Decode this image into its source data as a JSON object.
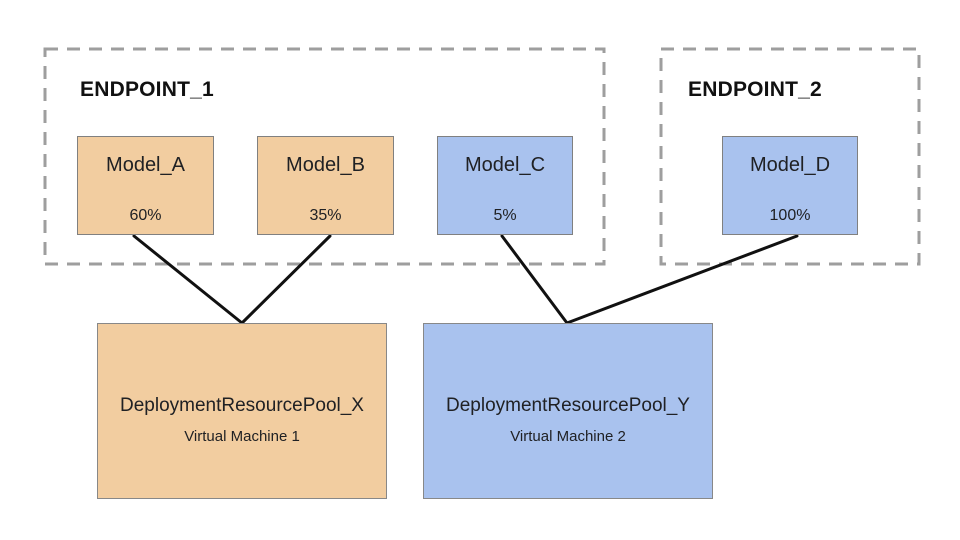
{
  "colors": {
    "orange_fill": "#f2cda0",
    "blue_fill": "#a9c2ee",
    "box_border": "#808080",
    "dashed_border": "#9e9e9e",
    "connector_line": "#111111",
    "text": "#202124",
    "background": "#ffffff"
  },
  "endpoints": [
    {
      "label": "ENDPOINT_1"
    },
    {
      "label": "ENDPOINT_2"
    }
  ],
  "models": [
    {
      "label": "Model_A",
      "traffic_split": "60%",
      "fill": "#f2cda0",
      "endpoint": "ENDPOINT_1",
      "pool": "DeploymentResourcePool_X"
    },
    {
      "label": "Model_B",
      "traffic_split": "35%",
      "fill": "#f2cda0",
      "endpoint": "ENDPOINT_1",
      "pool": "DeploymentResourcePool_X"
    },
    {
      "label": "Model_C",
      "traffic_split": "5%",
      "fill": "#a9c2ee",
      "endpoint": "ENDPOINT_1",
      "pool": "DeploymentResourcePool_Y"
    },
    {
      "label": "Model_D",
      "traffic_split": "100%",
      "fill": "#a9c2ee",
      "endpoint": "ENDPOINT_2",
      "pool": "DeploymentResourcePool_Y"
    }
  ],
  "pools": [
    {
      "label": "DeploymentResourcePool_X",
      "machine": "Virtual Machine 1",
      "fill": "#f2cda0"
    },
    {
      "label": "DeploymentResourcePool_Y",
      "machine": "Virtual Machine 2",
      "fill": "#a9c2ee"
    }
  ],
  "connections": [
    {
      "from": "Model_A",
      "to": "DeploymentResourcePool_X"
    },
    {
      "from": "Model_B",
      "to": "DeploymentResourcePool_X"
    },
    {
      "from": "Model_C",
      "to": "DeploymentResourcePool_Y"
    },
    {
      "from": "Model_D",
      "to": "DeploymentResourcePool_Y"
    }
  ]
}
